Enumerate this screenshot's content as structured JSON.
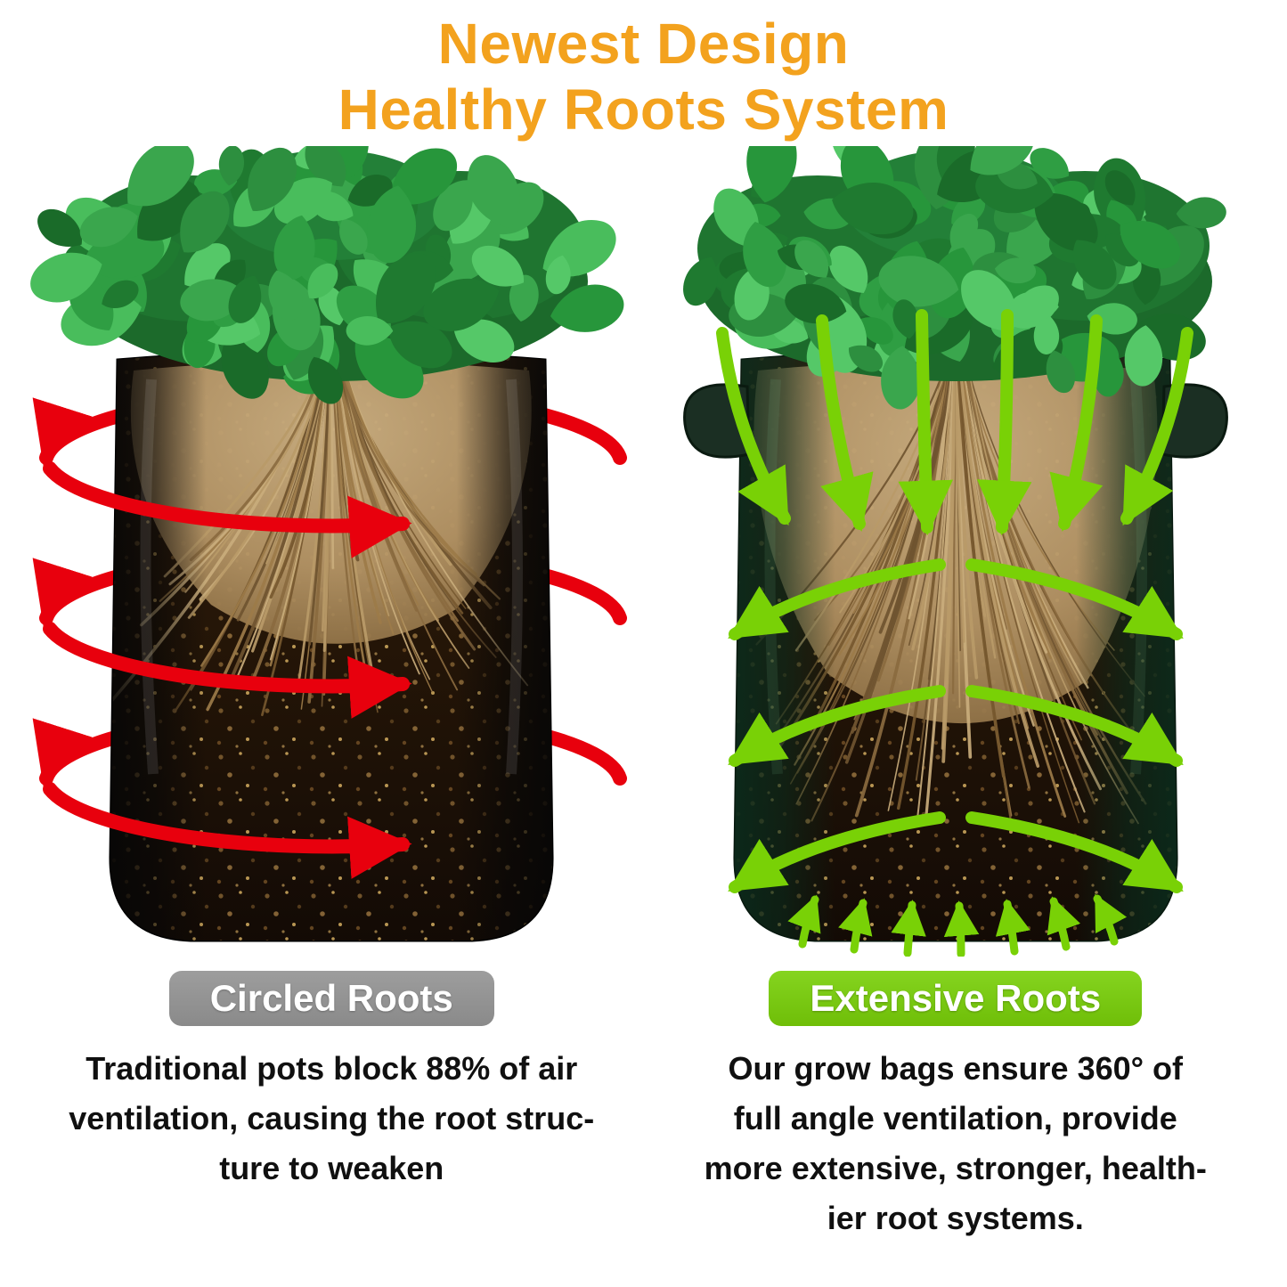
{
  "title": {
    "line1": "Newest Design",
    "line2": "Healthy Roots System"
  },
  "colors": {
    "title": "#F3A21E",
    "red_arrow": "#E8000D",
    "green_arrow": "#79D106",
    "badge_gray": "#9D9D9D",
    "badge_green": "#85D41F",
    "description_text": "#101010"
  },
  "left": {
    "badge_label": "Circled Roots",
    "description": "Traditional pots block 88% of air\nventilation, causing the root struc-\nture to weaken"
  },
  "right": {
    "badge_label": "Extensive Roots",
    "description": "Our grow bags ensure 360° of\nfull angle ventilation, provide\nmore extensive, stronger, health-\nier root systems."
  },
  "icons": {
    "red_arrows": "circular-rotation-arrows",
    "green_arrows": "outward-ventilation-arrows"
  }
}
